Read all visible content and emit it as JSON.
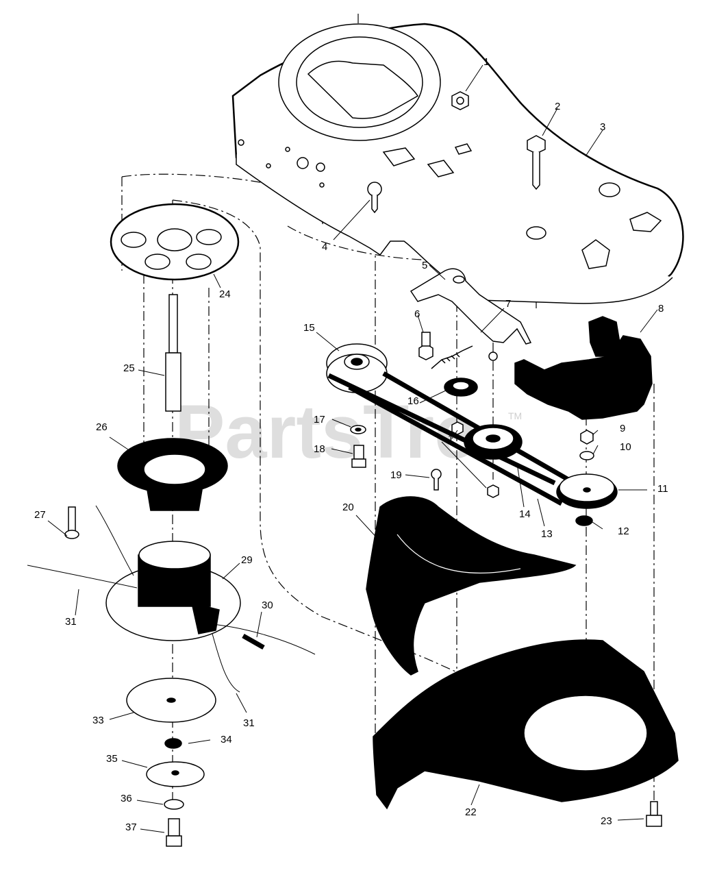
{
  "watermark": {
    "text": "PartsTre",
    "tm": "TM"
  },
  "callouts": [
    "1",
    "2",
    "3",
    "4",
    "5",
    "6",
    "7",
    "8",
    "15",
    "16",
    "17",
    "18",
    "1",
    "9",
    "10",
    "11",
    "12",
    "19",
    "20",
    "13",
    "14",
    "24",
    "25",
    "26",
    "27",
    "29",
    "30",
    "31",
    "31",
    "33",
    "34",
    "35",
    "36",
    "37",
    "22",
    "23"
  ]
}
